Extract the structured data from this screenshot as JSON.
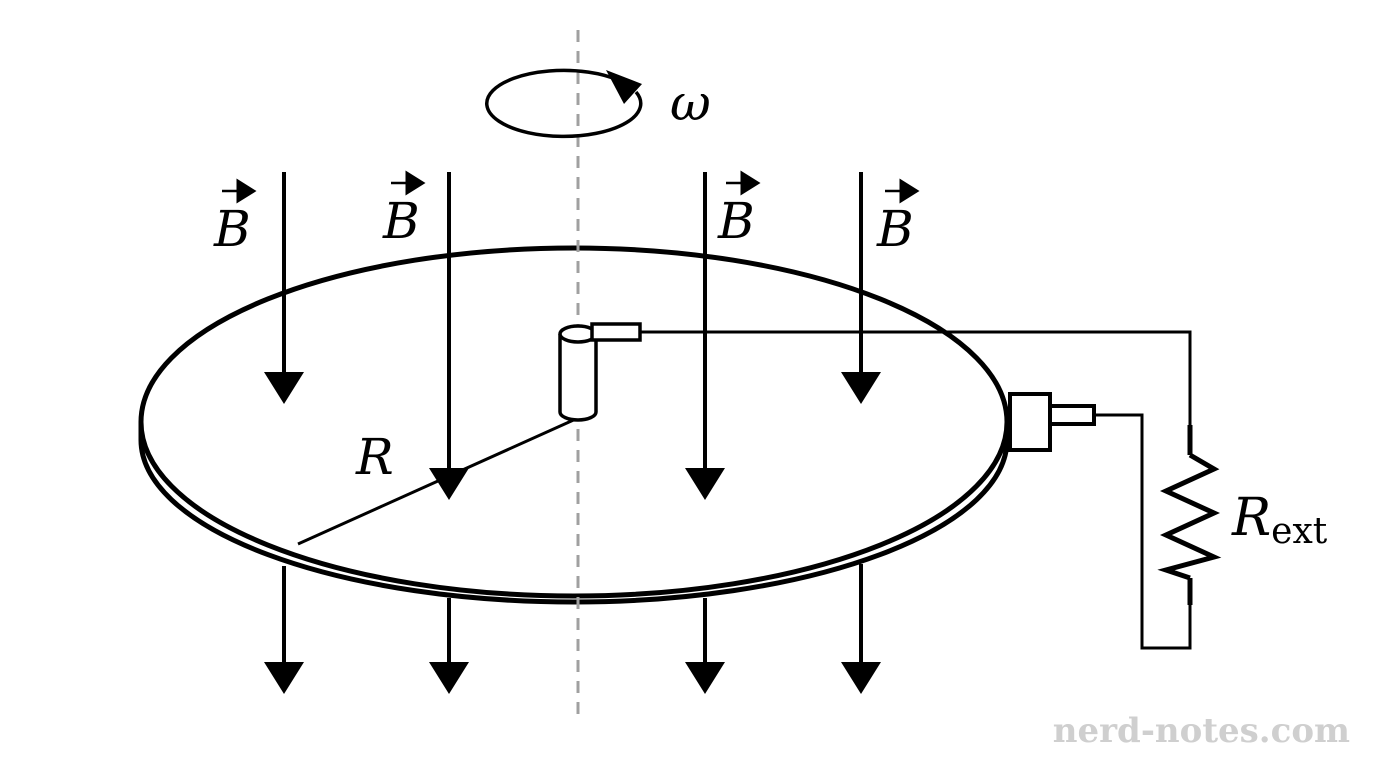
{
  "labels": {
    "omega": "ω",
    "field": "B",
    "radius": "R",
    "resistor_main": "R",
    "resistor_sub": "ext"
  },
  "watermark": "nerd-notes.com",
  "colors": {
    "ink": "#000000",
    "axis": "#a0a0a0",
    "watermark": "#cfcfcf",
    "background": "#ffffff"
  }
}
